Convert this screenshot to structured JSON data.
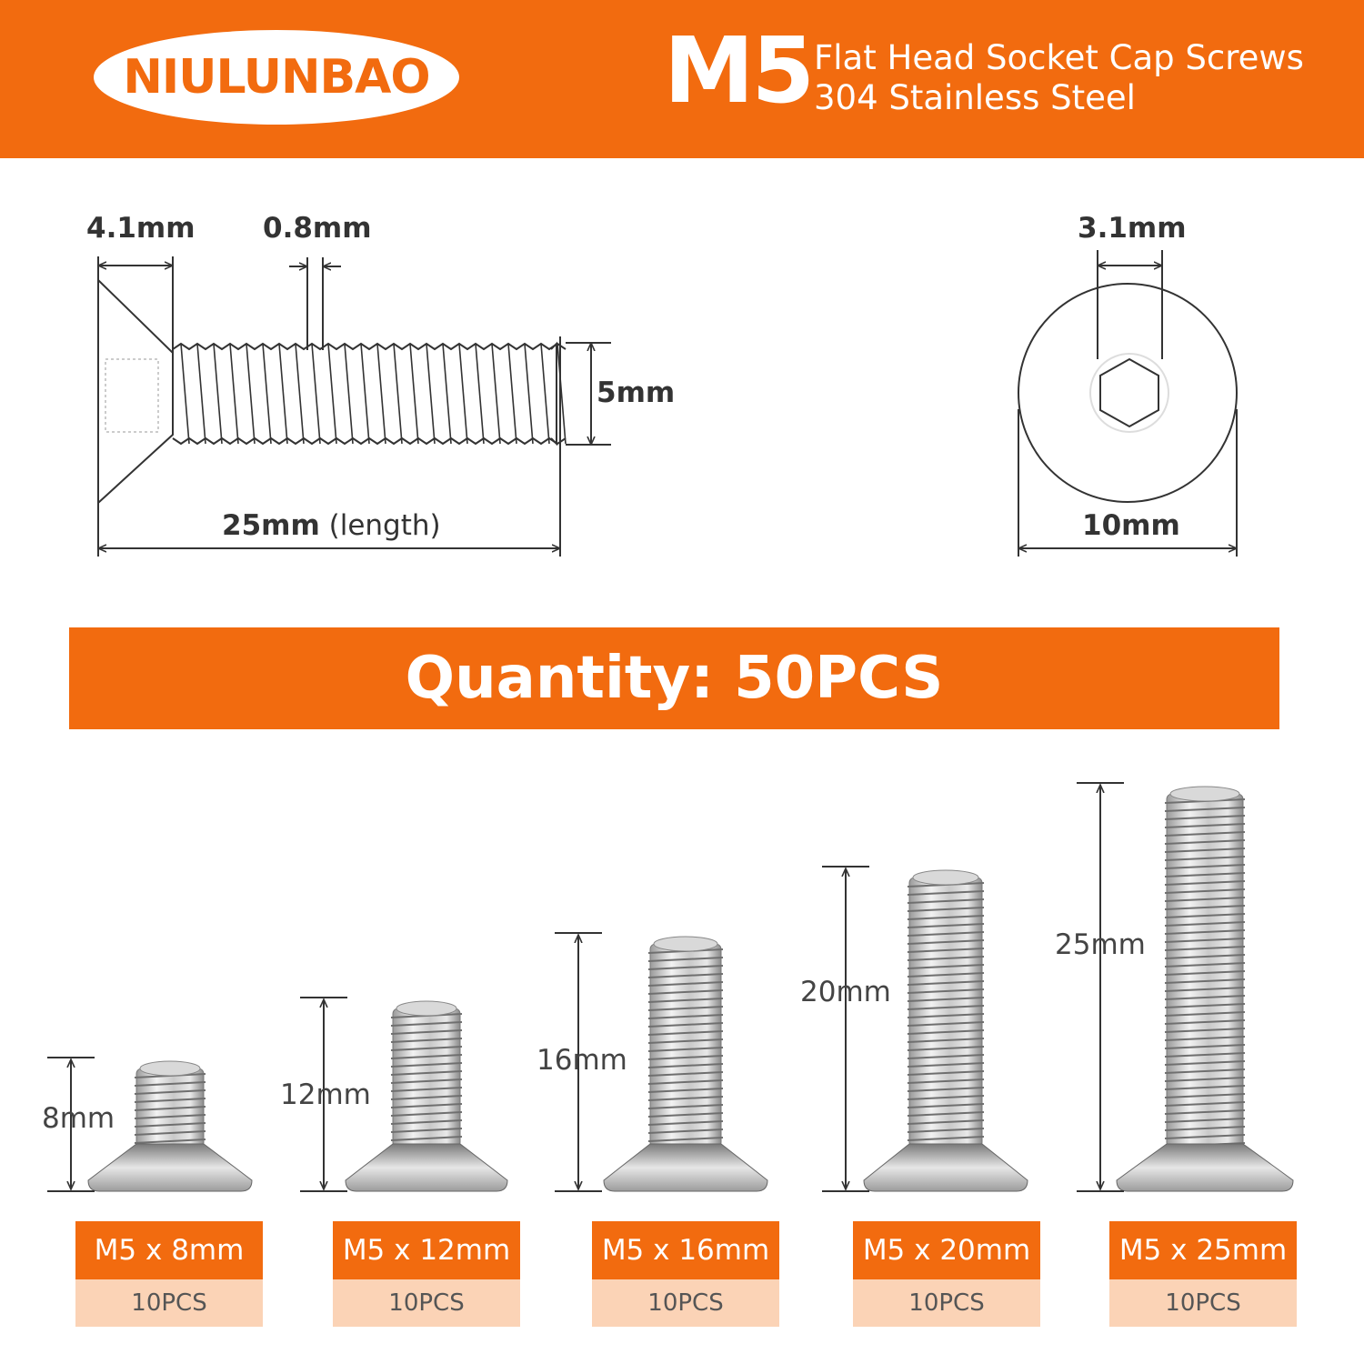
{
  "colors": {
    "accent": "#f26b0f",
    "light_accent": "#fbd3b6",
    "logo_text": "#f26b0f",
    "line": "#333333"
  },
  "header": {
    "brand": "NIULUNBAO",
    "model": "M5",
    "line1": "Flat Head Socket Cap Screws",
    "line2": "304 Stainless Steel"
  },
  "side_view": {
    "head_height": "4.1mm",
    "thread_pitch": "0.8mm",
    "diameter": "5mm",
    "length_value": "25mm",
    "length_word": "(length)"
  },
  "top_view": {
    "hex_size": "3.1mm",
    "head_diameter": "10mm"
  },
  "quantity": "Quantity: 50PCS",
  "products": [
    {
      "length": "8mm",
      "size": "M5 x 8mm",
      "pcs": "10PCS"
    },
    {
      "length": "12mm",
      "size": "M5 x 12mm",
      "pcs": "10PCS"
    },
    {
      "length": "16mm",
      "size": "M5 x 16mm",
      "pcs": "10PCS"
    },
    {
      "length": "20mm",
      "size": "M5 x 20mm",
      "pcs": "10PCS"
    },
    {
      "length": "25mm",
      "size": "M5 x 25mm",
      "pcs": "10PCS"
    }
  ]
}
